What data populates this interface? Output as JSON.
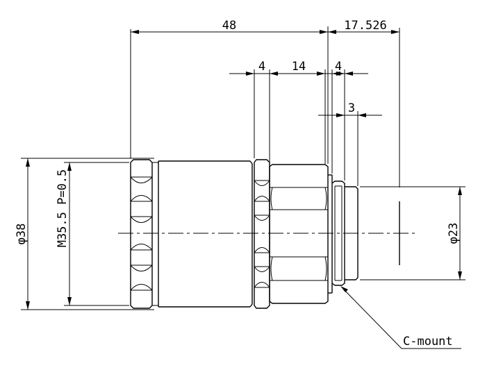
{
  "dimensions": {
    "overall_length": "48",
    "flange_back": "17.526",
    "nut_width": "4",
    "hex_length": "14",
    "mount_ring": "4",
    "mount_step": "3",
    "outer_diameter": "φ38",
    "front_thread": "M35.5 P=0.5",
    "mount_diameter": "φ23"
  },
  "callout": {
    "mount_label": "C-mount"
  }
}
